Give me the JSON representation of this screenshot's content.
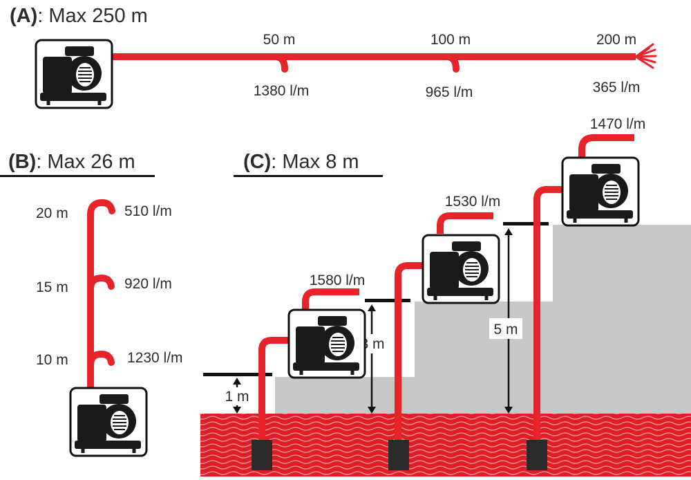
{
  "colors": {
    "hose": "#e8242b",
    "water": "#e11d26",
    "ground": "#c8c8c8",
    "pump": "#1a1a1a"
  },
  "section_a": {
    "letter": "(A)",
    "max_text": ": Max 250 m",
    "marks": [
      {
        "distance": "50 m",
        "flow": "1380 l/m"
      },
      {
        "distance": "100 m",
        "flow": "965 l/m"
      },
      {
        "distance": "200 m",
        "flow": "365 l/m"
      }
    ]
  },
  "section_b": {
    "letter": "(B)",
    "max_text": ": Max 26 m",
    "marks": [
      {
        "height": "20 m",
        "flow": "510 l/m"
      },
      {
        "height": "15 m",
        "flow": "920 l/m"
      },
      {
        "height": "10 m",
        "flow": "1230 l/m"
      }
    ]
  },
  "section_c": {
    "letter": "(C)",
    "max_text": ": Max 8 m",
    "steps": [
      {
        "suction_height": "1 m",
        "flow": "1580 l/m"
      },
      {
        "suction_height": "3 m",
        "flow": "1530 l/m"
      },
      {
        "suction_height": "5 m",
        "flow": "1470 l/m"
      }
    ],
    "top_flow": "1470 l/m"
  },
  "icons": [
    "water-pump-icon",
    "spray-nozzle-icon",
    "strainer-icon",
    "double-arrow-icon"
  ]
}
